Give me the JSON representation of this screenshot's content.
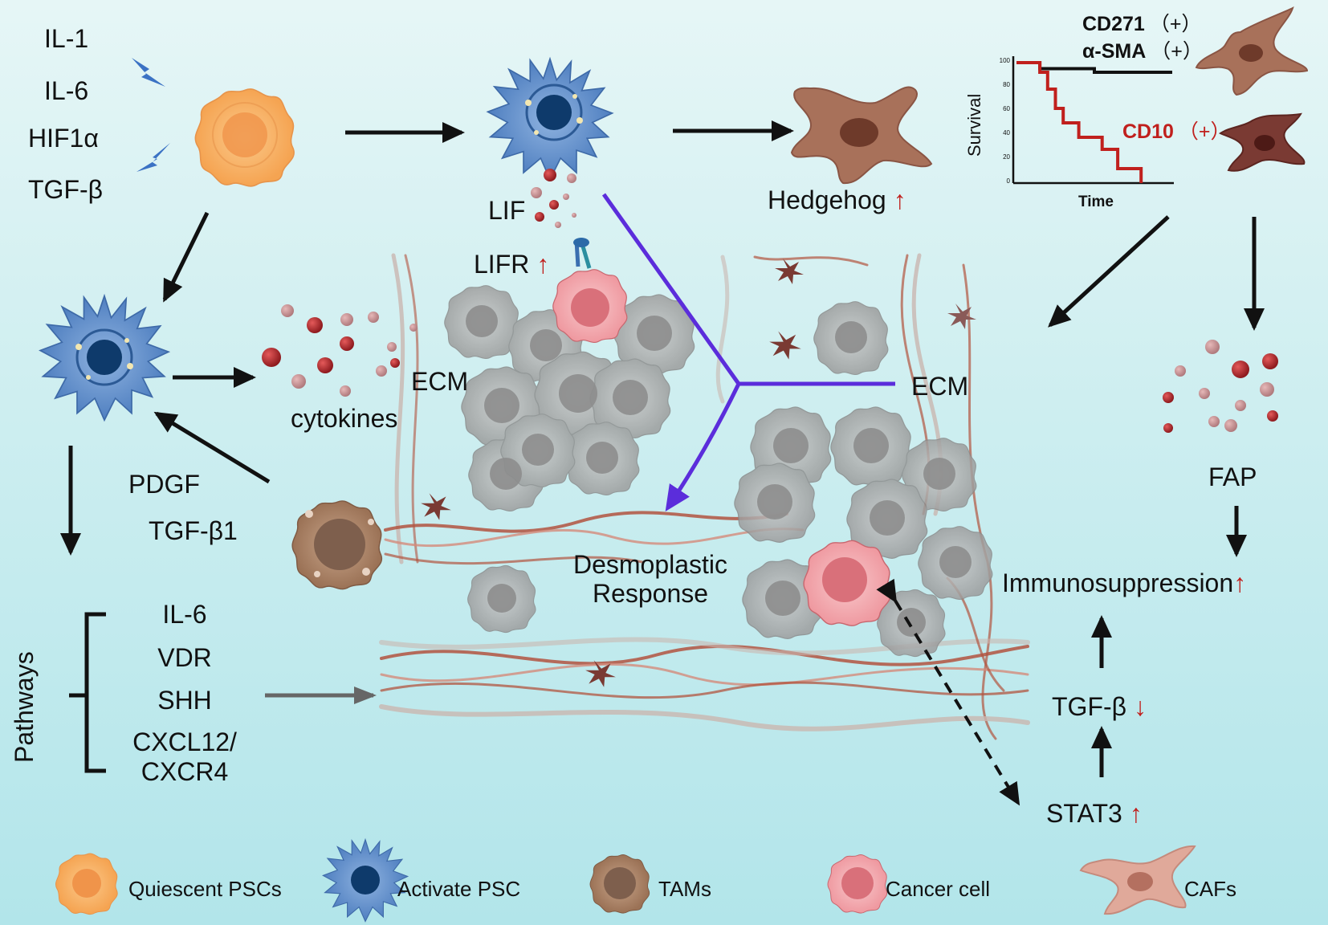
{
  "stimuli": [
    "IL-1",
    "IL-6",
    "HIF1α",
    "TGF-β"
  ],
  "labels": {
    "lif": "LIF",
    "lifr": "LIFR",
    "hedgehog": "Hedgehog",
    "ecm_left": "ECM",
    "ecm_right": "ECM",
    "cytokines": "cytokines",
    "pdgf": "PDGF",
    "tgfb1": "TGF-β1",
    "desmoplastic": "Desmoplastic\nResponse",
    "fap": "FAP",
    "immunosuppression": "Immunosuppression",
    "tgfb_down": "TGF-β",
    "stat3": "STAT3"
  },
  "pathways": {
    "title": "Pathways",
    "items": [
      "IL-6",
      "VDR",
      "SHH",
      "CXCL12/\nCXCR4"
    ]
  },
  "markers": {
    "cd271": "CD271",
    "cd271_sign": "（+）",
    "asma": "α-SMA",
    "asma_sign": "（+）",
    "cd10": "CD10",
    "cd10_sign": "（+）"
  },
  "survival_plot": {
    "ylabel": "Survival",
    "xlabel": "Time",
    "yticks": [
      "100",
      "80",
      "60",
      "40",
      "20",
      "0"
    ]
  },
  "chart_data": {
    "type": "line",
    "ylabel": "Survival",
    "xlabel": "Time",
    "ylim": [
      0,
      100
    ],
    "series": [
      {
        "x": [
          0,
          3,
          3,
          10,
          10,
          20
        ],
        "y": [
          100,
          100,
          95,
          95,
          92,
          92
        ],
        "color": "#111111"
      },
      {
        "x": [
          0,
          3,
          3,
          4,
          4,
          5,
          5,
          6,
          6,
          8,
          8,
          11,
          11,
          13,
          13,
          16,
          16
        ],
        "y": [
          100,
          100,
          92,
          92,
          78,
          78,
          62,
          62,
          50,
          50,
          38,
          38,
          28,
          28,
          12,
          12,
          0
        ],
        "color": "#c0201d"
      }
    ]
  },
  "legend": [
    {
      "label": "Quiescent PSCs"
    },
    {
      "label": "Activate PSC"
    },
    {
      "label": "TAMs"
    },
    {
      "label": "Cancer cell"
    },
    {
      "label": "CAFs"
    }
  ],
  "colors": {
    "quiescent": "#f7a95b",
    "activated": "#5b8bc9",
    "tam": "#a78166",
    "cancer": "#f2a8ad",
    "caf": "#a8715a",
    "caf_dark": "#7a3a33",
    "fiber": "#b2543f",
    "cytokine": "#b0262a",
    "purple": "#5b2ddb"
  }
}
